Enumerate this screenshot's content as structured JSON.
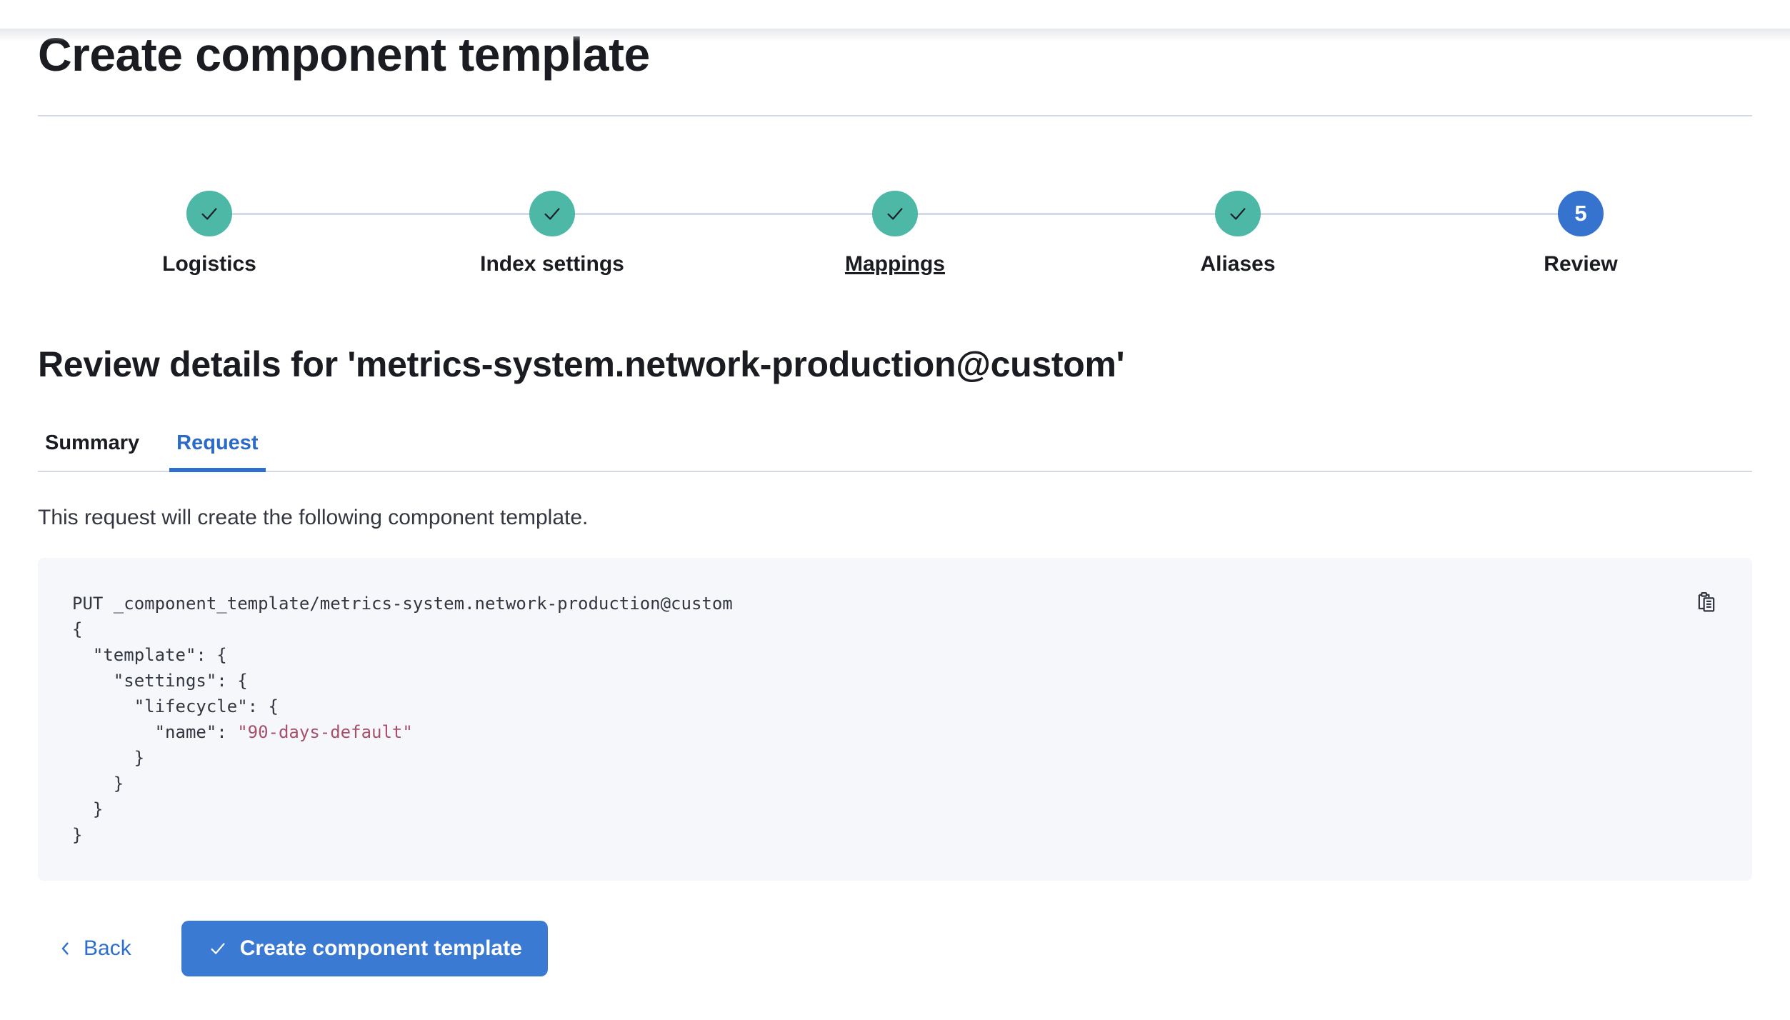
{
  "page_title": "Create component template",
  "stepper": {
    "steps": [
      {
        "label": "Logistics",
        "status": "complete"
      },
      {
        "label": "Index settings",
        "status": "complete"
      },
      {
        "label": "Mappings",
        "status": "complete",
        "underlined": true
      },
      {
        "label": "Aliases",
        "status": "complete"
      },
      {
        "label": "Review",
        "status": "current",
        "number": "5"
      }
    ]
  },
  "review": {
    "heading": "Review details for 'metrics-system.network-production@custom'",
    "tabs": [
      {
        "label": "Summary",
        "active": false
      },
      {
        "label": "Request",
        "active": true
      }
    ],
    "description": "This request will create the following component template.",
    "code": {
      "copy_icon": "copy-clipboard-icon",
      "lines": [
        {
          "text": "PUT _component_template/metrics-system.network-production@custom"
        },
        {
          "text": "{"
        },
        {
          "text": "  \"template\": {"
        },
        {
          "text": "    \"settings\": {"
        },
        {
          "text": "      \"lifecycle\": {"
        },
        {
          "text": "        \"name\": ",
          "string_value": "\"90-days-default\""
        },
        {
          "text": "      }"
        },
        {
          "text": "    }"
        },
        {
          "text": "  }"
        },
        {
          "text": "}"
        }
      ]
    }
  },
  "footer": {
    "back_label": "Back",
    "submit_label": "Create component template"
  },
  "colors": {
    "primary_button_blue": "#3b7ad2",
    "link_blue": "#2e6fce",
    "active_tab_blue": "#2b6ac5",
    "current_step_blue": "#3573cf",
    "success_teal": "#4db8a6",
    "code_string_rose": "#a8506a",
    "code_background": "#f5f7fa",
    "divider_gray": "#d3dae6",
    "heading_text": "#1a1c21",
    "body_text": "#343741"
  }
}
